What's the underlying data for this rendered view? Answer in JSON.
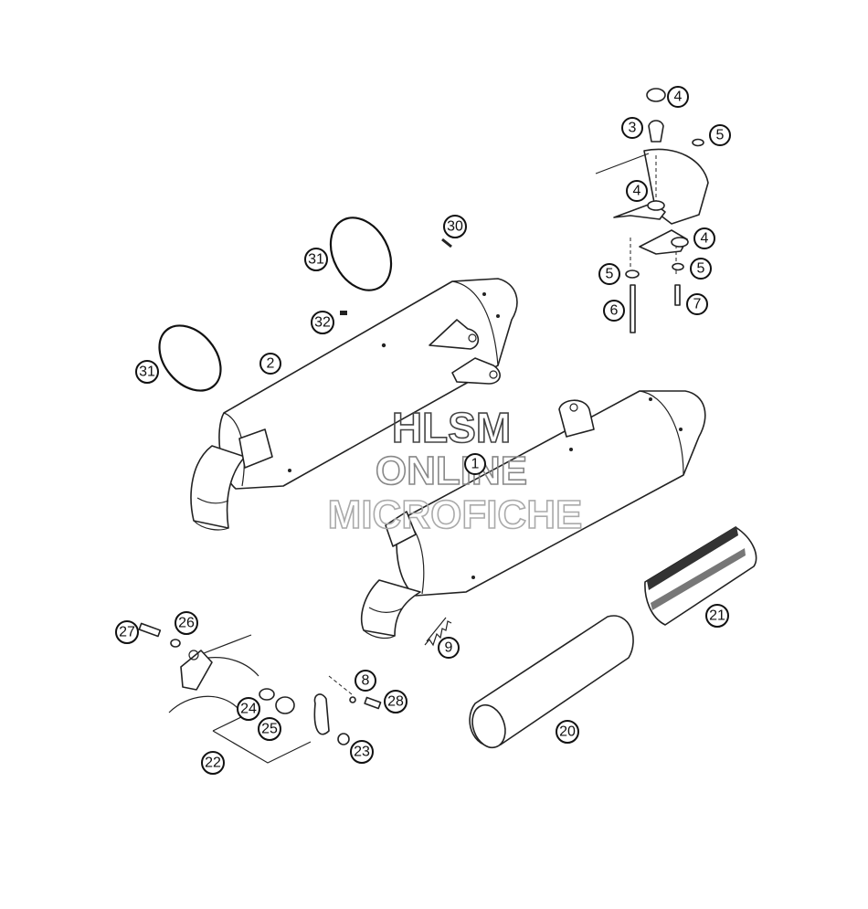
{
  "watermark": {
    "line1": "HLSM",
    "line2": "ONLINE",
    "line3": "MICROFICHE"
  },
  "callouts": [
    {
      "id": "c1",
      "label": "1"
    },
    {
      "id": "c2",
      "label": "2"
    },
    {
      "id": "c3",
      "label": "3"
    },
    {
      "id": "c4a",
      "label": "4"
    },
    {
      "id": "c4b",
      "label": "4"
    },
    {
      "id": "c4c",
      "label": "4"
    },
    {
      "id": "c5a",
      "label": "5"
    },
    {
      "id": "c5b",
      "label": "5"
    },
    {
      "id": "c5c",
      "label": "5"
    },
    {
      "id": "c6",
      "label": "6"
    },
    {
      "id": "c7",
      "label": "7"
    },
    {
      "id": "c8",
      "label": "8"
    },
    {
      "id": "c9",
      "label": "9"
    },
    {
      "id": "c20",
      "label": "20"
    },
    {
      "id": "c21",
      "label": "21"
    },
    {
      "id": "c22",
      "label": "22"
    },
    {
      "id": "c23",
      "label": "23"
    },
    {
      "id": "c24",
      "label": "24"
    },
    {
      "id": "c25",
      "label": "25"
    },
    {
      "id": "c26",
      "label": "26"
    },
    {
      "id": "c27",
      "label": "27"
    },
    {
      "id": "c28",
      "label": "28"
    },
    {
      "id": "c30",
      "label": "30"
    },
    {
      "id": "c31a",
      "label": "31"
    },
    {
      "id": "c31b",
      "label": "31"
    },
    {
      "id": "c32",
      "label": "32"
    }
  ]
}
